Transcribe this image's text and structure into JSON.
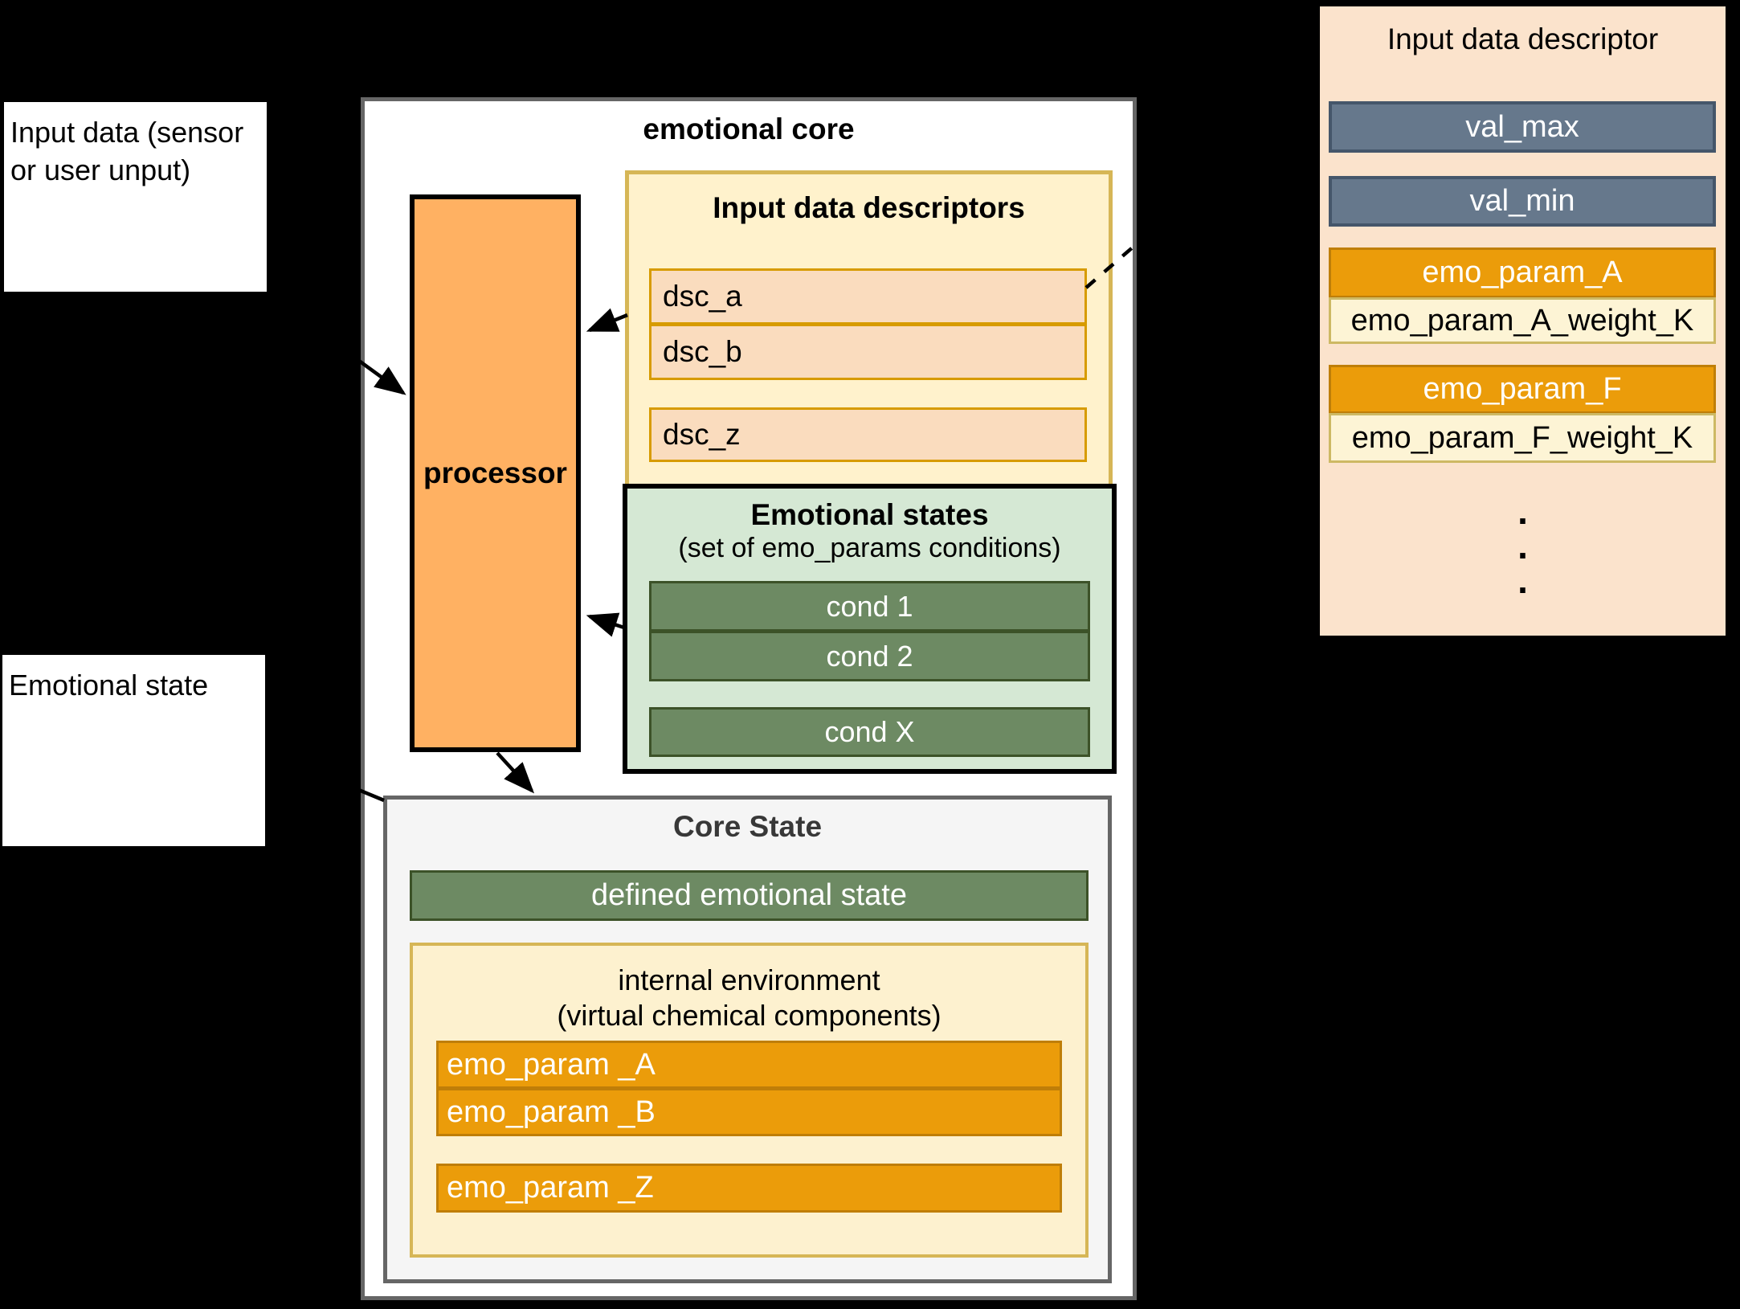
{
  "left_labels": {
    "input_data": "Input data (sensor or user unput)",
    "emotional_state": "Emotional state"
  },
  "core": {
    "title": "emotional core",
    "processor_label": "processor",
    "descriptors": {
      "title": "Input data descriptors",
      "items": [
        "dsc_a",
        "dsc_b",
        "dsc_z"
      ]
    },
    "emotional_states": {
      "title": "Emotional states",
      "subtitle": "(set of emo_params conditions)",
      "items": [
        "cond 1",
        "cond 2",
        "cond X"
      ]
    },
    "core_state": {
      "title": "Core State",
      "defined_state_label": "defined emotional state",
      "internal_env": {
        "title_line1": "internal environment",
        "title_line2": "(virtual chemical components)",
        "items": [
          "emo_param _A",
          "emo_param _B",
          "emo_param _Z"
        ]
      }
    }
  },
  "descriptor_panel": {
    "title": "Input data descriptor",
    "rows": [
      {
        "label": "val_max",
        "type": "slate"
      },
      {
        "label": "val_min",
        "type": "slate"
      },
      {
        "label": "emo_param_A",
        "type": "orange"
      },
      {
        "label": "emo_param_A_weight_K",
        "type": "weight"
      },
      {
        "label": "emo_param_F",
        "type": "orange"
      },
      {
        "label": "emo_param_F_weight_K",
        "type": "weight"
      }
    ],
    "ellipsis": [
      ".",
      ".",
      "."
    ]
  },
  "colors": {
    "background": "#000000",
    "core_fill": "#ffffff",
    "core_border": "#666666",
    "processor_fill": "#ffb162",
    "descriptors_fill": "#fff2cc",
    "descriptors_border": "#d6b656",
    "dsc_fill": "#fadcbe",
    "dsc_border": "#d79b00",
    "states_fill": "#d5e8d4",
    "cond_fill": "#6d8a63",
    "cond_border": "#3c5228",
    "corestate_fill": "#f5f5f5",
    "env_fill": "#fdf1cf",
    "emo_param_fill": "#eb9c0a",
    "emo_param_border": "#bf7e08",
    "panel_fill": "#fbe3cc",
    "slate_fill": "#66788c",
    "slate_border": "#45566a",
    "weight_fill": "#fdf4d5",
    "weight_border": "#cdb964",
    "arrow": "#000000"
  }
}
